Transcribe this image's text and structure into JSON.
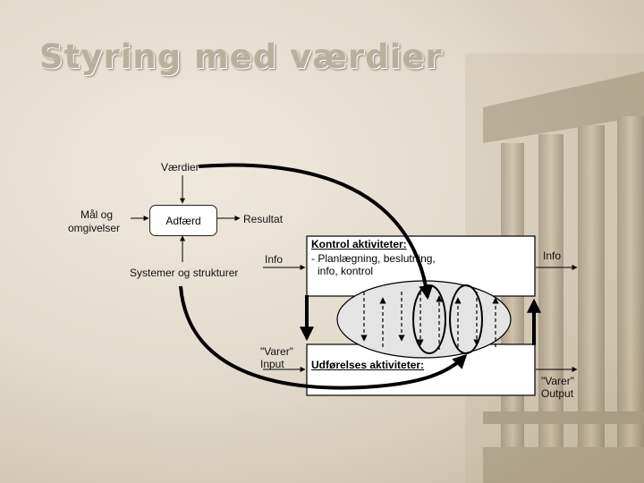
{
  "slide": {
    "title": "Styring med værdier"
  },
  "diagram": {
    "top_left": {
      "vaerdier": "Værdier",
      "maal_line1": "Mål og",
      "maal_line2": "omgivelser",
      "adfaerd": "Adfærd",
      "resultat": "Resultat",
      "systemer": "Systemer og strukturer"
    },
    "control_box": {
      "heading": "Kontrol aktiviteter:",
      "line1": "- Planlægning, beslutning,",
      "line2": "info, kontrol"
    },
    "execution_box": {
      "heading": "Udførelses aktiviteter:"
    },
    "io": {
      "info_in": "Info",
      "info_out": "Info",
      "varer_in_line1": "\"Varer\"",
      "varer_in_line2": "Input",
      "varer_out_line1": "\"Varer\"",
      "varer_out_line2": "Output"
    }
  },
  "colors": {
    "title": "#b9b09c",
    "background": "#e3dccd",
    "ellipse_fill": "#e4e4e4",
    "arrow": "#000000"
  }
}
